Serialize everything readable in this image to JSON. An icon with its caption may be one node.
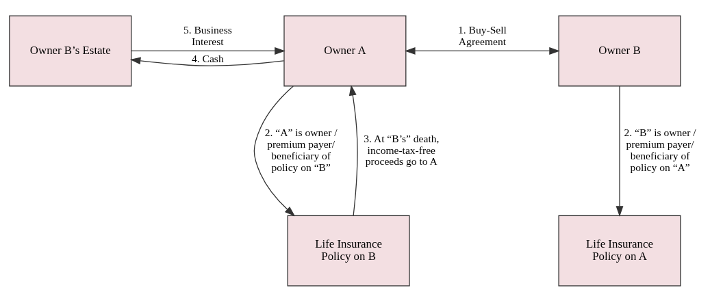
{
  "diagram": {
    "nodes": [
      {
        "text": [
          "Owner B’s Estate"
        ]
      },
      {
        "text": [
          "Owner A"
        ]
      },
      {
        "text": [
          "Owner B"
        ]
      },
      {
        "text": [
          "Life Insurance Policy on B"
        ]
      },
      {
        "text": [
          "Life Insurance Policy on A"
        ]
      }
    ],
    "edges": [
      {
        "from": 1,
        "to": 0,
        "arrow": "to",
        "label": "4. Cash"
      },
      {
        "from": 0,
        "to": 1,
        "arrow": "to",
        "label": "5. Business Interest"
      },
      {
        "from": 1,
        "to": 2,
        "arrow": "both",
        "label": "1. Buy-Sell Agreement"
      },
      {
        "from": 1,
        "to": 3,
        "arrow": "to",
        "label": "2. “A” is owner / premium payer/ beneficiary of policy on “B”"
      },
      {
        "from": 3,
        "to": 1,
        "arrow": "to",
        "label": "3. At “B’s” death, income-tax-free proceeds go to A"
      },
      {
        "from": 2,
        "to": 4,
        "arrow": "to",
        "label": "2. “B” is owner / premium payer/ beneficiary of policy on “A”"
      }
    ]
  }
}
